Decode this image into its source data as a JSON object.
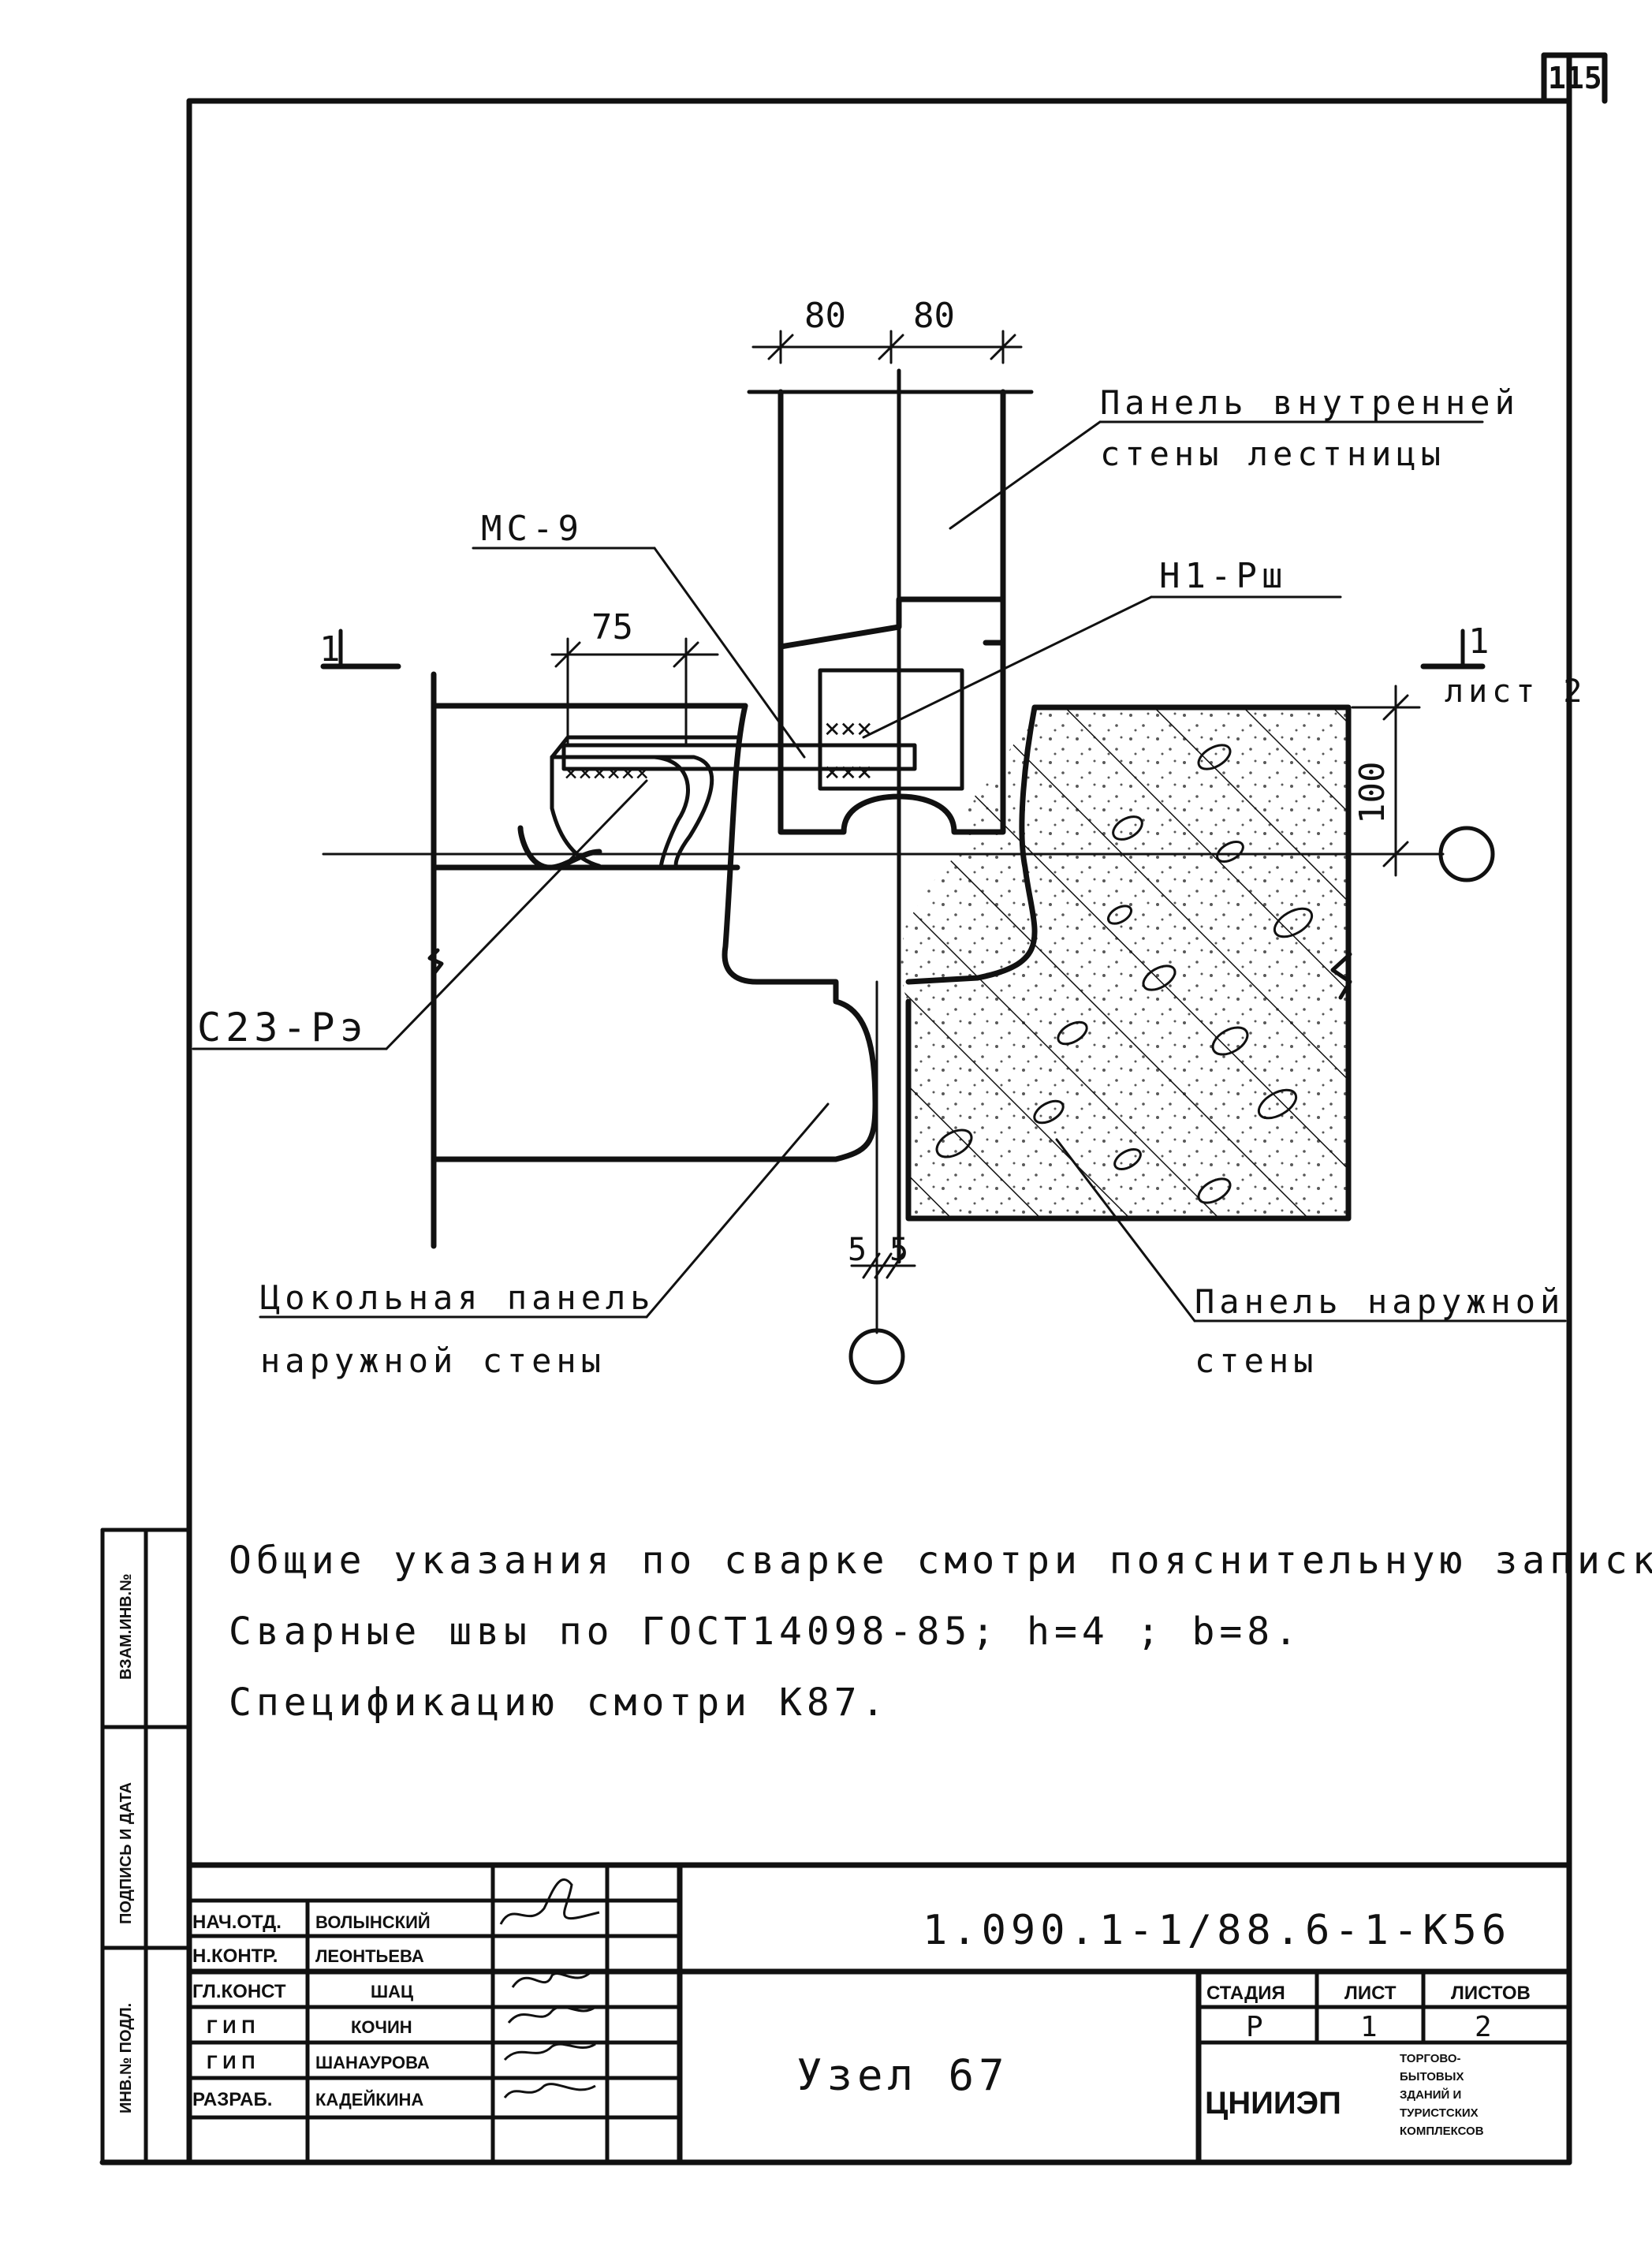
{
  "sheet": {
    "page_number": "115"
  },
  "drawing": {
    "dimensions": {
      "top_left": "80",
      "top_right": "80",
      "embed_len": "75",
      "height": "100",
      "gap_left": "5",
      "gap_right": "5"
    },
    "labels": {
      "inner_panel_line1": "Панель внутренней",
      "inner_panel_line2": "стены лестницы",
      "mc9": "МС-9",
      "h1": "Н1-Рш",
      "section_left": "1",
      "section_right": "1",
      "section_sheet": "лист 2",
      "c23": "С23-Рэ",
      "plinth_line1": "Цокольная панель",
      "plinth_line2": "наружной стены",
      "outer_line1": "Панель наружной",
      "outer_line2": "стены"
    }
  },
  "notes": [
    "Общие указания по сварке смотри пояснительную записку.",
    "Сварные швы по ГОСТ14098-85; h=4 ; b=8.",
    "Спецификацию смотри К87."
  ],
  "side_stamp": {
    "vzam": "ВЗАМ.ИНВ.№",
    "podpis": "ПОДПИСЬ И ДАТА",
    "inv": "ИНВ.№ ПОДЛ."
  },
  "title_block": {
    "code": "1.090.1-1/88.6-1-К56",
    "title": "Узел 67",
    "roles": [
      {
        "role": "НАЧ.ОТД.",
        "name": "ВОЛЫНСКИЙ"
      },
      {
        "role": "Н.КОНТР.",
        "name": "ЛЕОНТЬЕВА"
      },
      {
        "role": "ГЛ.КОНСТ",
        "name": "ШАЦ"
      },
      {
        "role": "Г И П",
        "name": "КОЧИН"
      },
      {
        "role": "Г И П",
        "name": "ШАНАУРОВА"
      },
      {
        "role": "РАЗРАБ.",
        "name": "КАДЕЙКИНА"
      }
    ],
    "stage_header": "СТАДИЯ",
    "sheet_header": "ЛИСТ",
    "sheets_header": "ЛИСТОВ",
    "stage": "Р",
    "sheet": "1",
    "sheets": "2",
    "org": "ЦНИИЭП",
    "org_desc": [
      "ТОРГОВО-",
      "БЫТОВЫХ",
      "ЗДАНИЙ И",
      "ТУРИСТСКИХ",
      "КОМПЛЕКСОВ"
    ]
  }
}
